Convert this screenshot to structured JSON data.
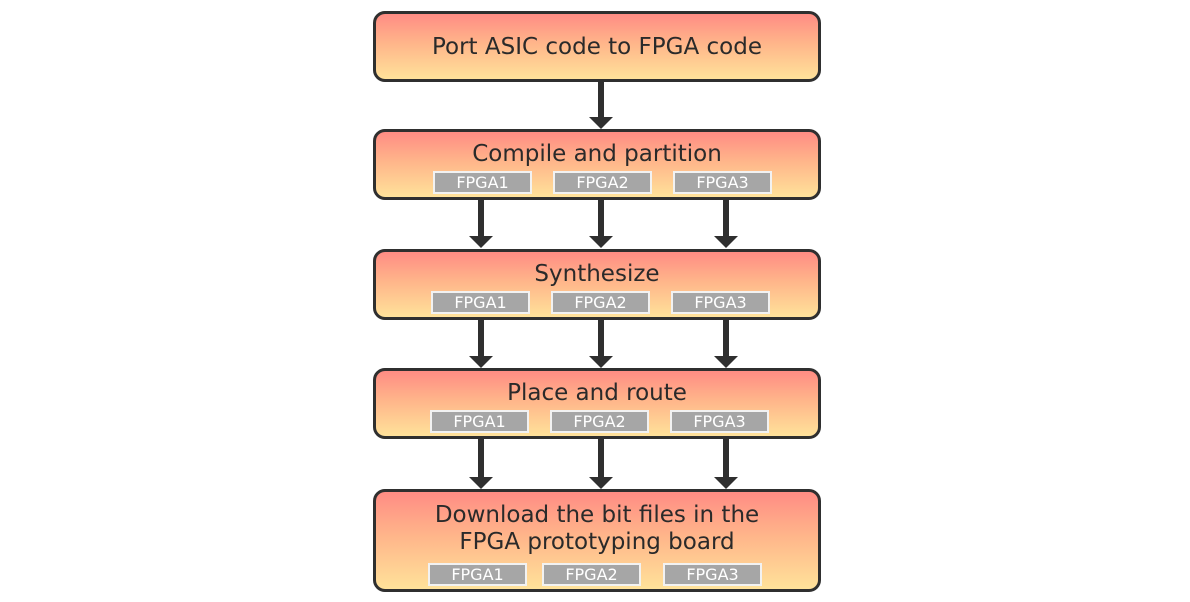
{
  "steps": [
    {
      "title": "Port ASIC code to FPGA code",
      "tags": []
    },
    {
      "title": "Compile and partition",
      "tags": [
        "FPGA1",
        "FPGA2",
        "FPGA3"
      ]
    },
    {
      "title": "Synthesize",
      "tags": [
        "FPGA1",
        "FPGA2",
        "FPGA3"
      ]
    },
    {
      "title": "Place and route",
      "tags": [
        "FPGA1",
        "FPGA2",
        "FPGA3"
      ]
    },
    {
      "title": "Download the bit files in the\nFPGA prototyping board",
      "tags": [
        "FPGA1",
        "FPGA2",
        "FPGA3"
      ]
    }
  ],
  "colors": {
    "box_gradient_top": "#ff8c84",
    "box_gradient_bottom": "#ffe29a",
    "border": "#2f2f2f",
    "tag_background": "#a6a6a6",
    "tag_text": "#ffffff",
    "arrow": "#2f2f2f"
  }
}
